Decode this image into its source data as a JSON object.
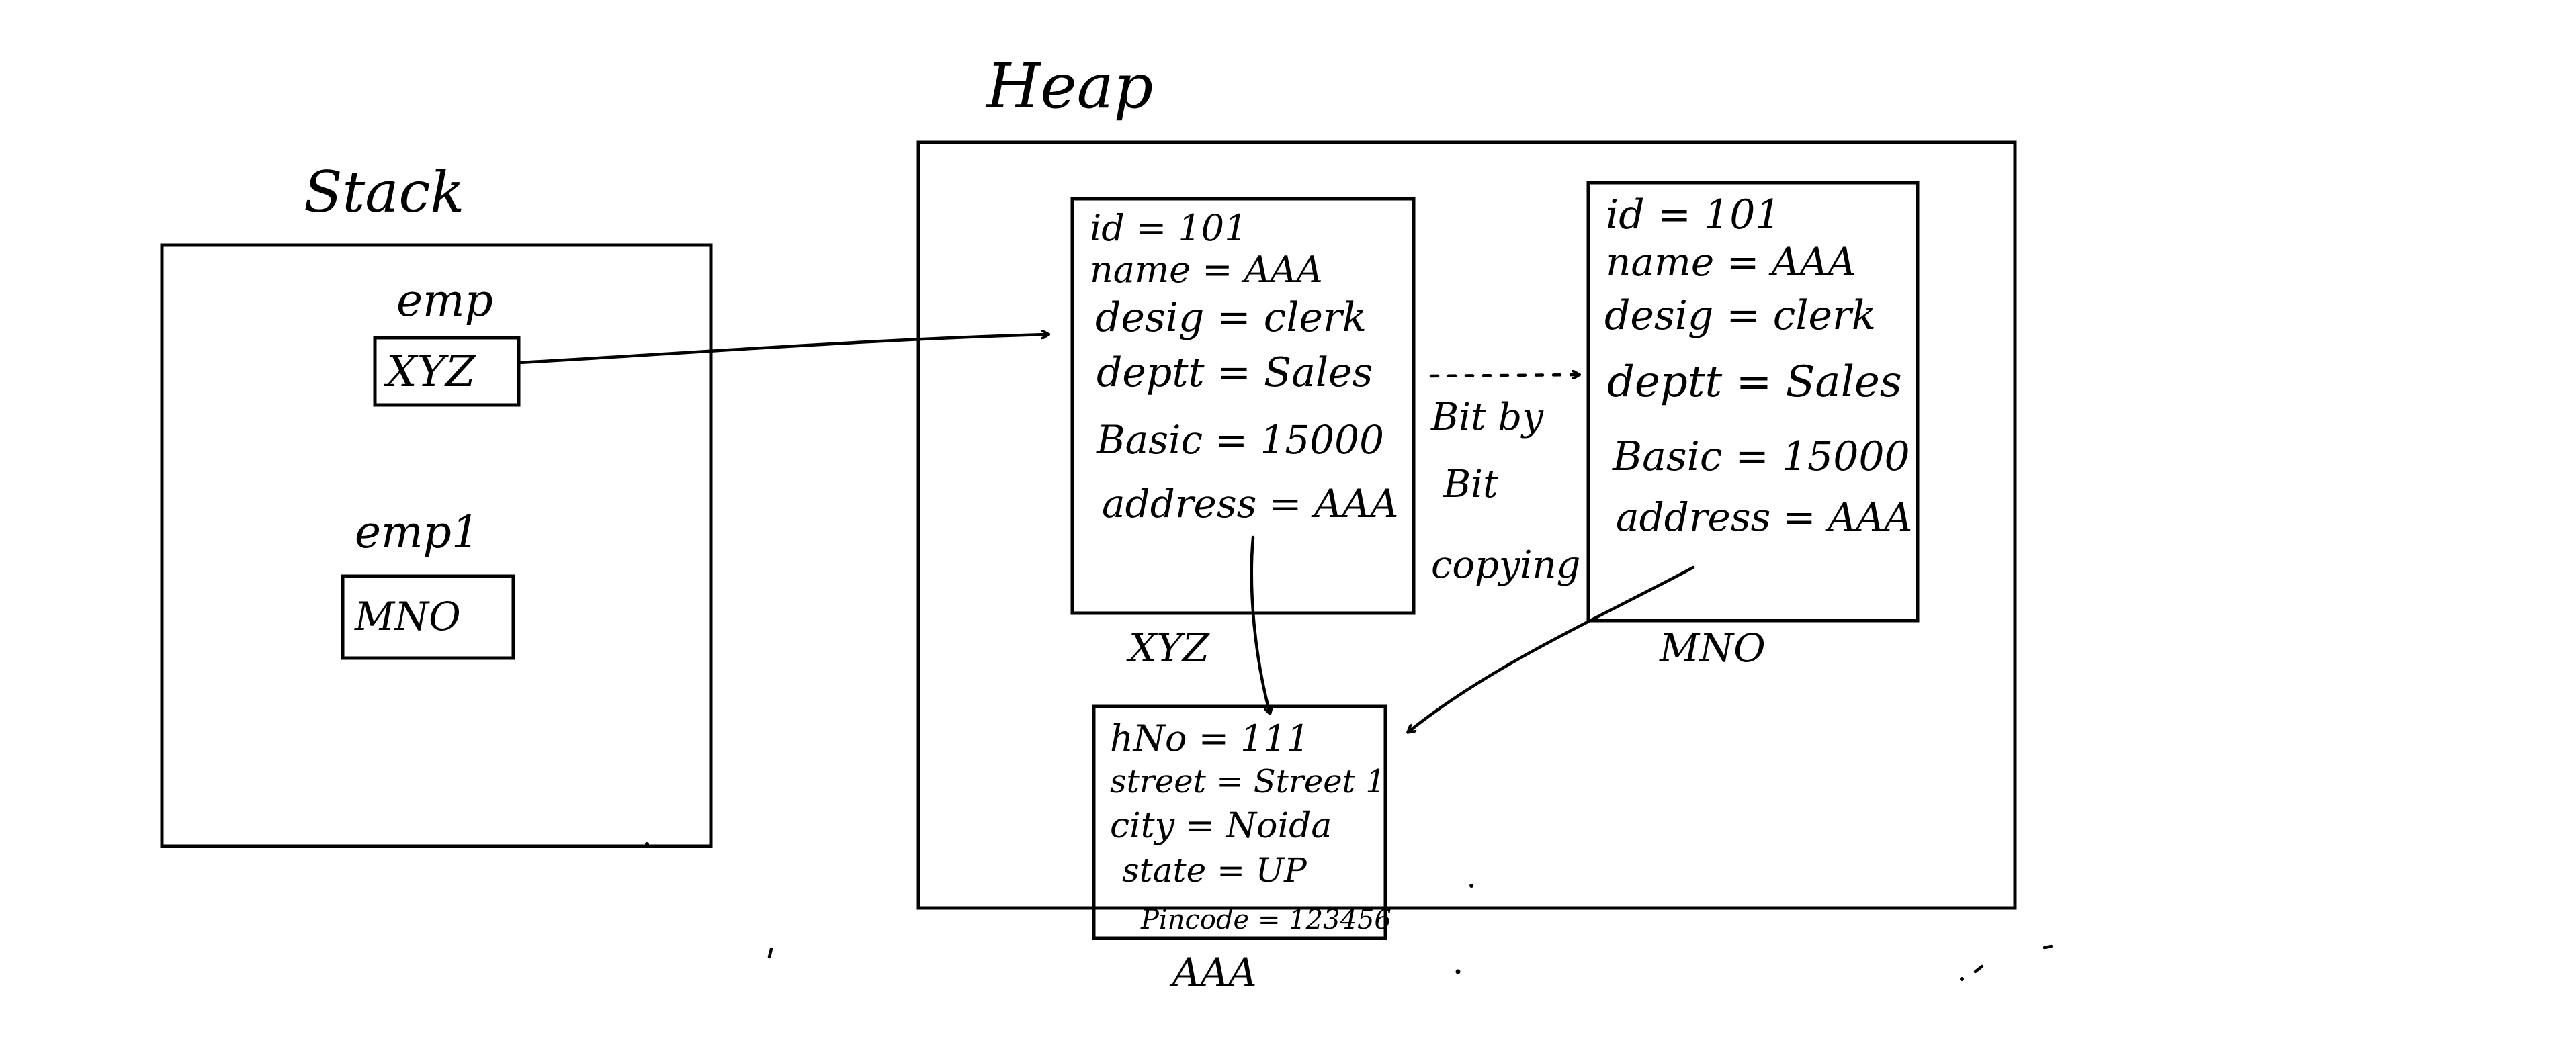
{
  "stack": {
    "title": "Stack",
    "vars": [
      {
        "name": "emp",
        "value": "XYZ"
      },
      {
        "name": "emp1",
        "value": "MNO"
      }
    ]
  },
  "heap": {
    "title": "Heap",
    "objects": {
      "xyz": {
        "label": "XYZ",
        "fields": [
          "id = 101",
          "name = AAA",
          "desig = clerk",
          "deptt = Sales",
          "Basic = 15000",
          "address = AAA"
        ]
      },
      "mno": {
        "label": "MNO",
        "fields": [
          "id = 101",
          "name = AAA",
          "desig = clerk",
          "deptt = Sales",
          "Basic = 15000",
          "address = AAA"
        ]
      },
      "aaa": {
        "label": "AAA",
        "fields": [
          "hNo = 111",
          "street = Street 1",
          "city = Noida",
          "state = UP",
          "Pincode = 123456"
        ]
      }
    },
    "copy_note": [
      "Bit by",
      "Bit",
      "copying"
    ]
  },
  "colors": {
    "ink": "#000000",
    "background": "#ffffff"
  }
}
